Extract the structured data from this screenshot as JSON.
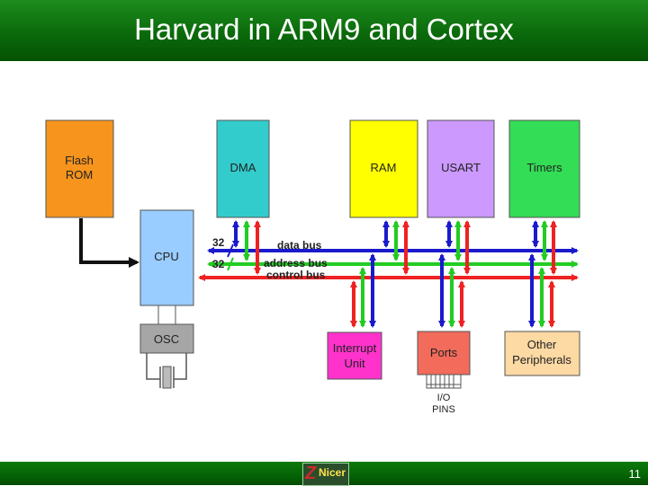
{
  "slide": {
    "title": "Harvard in ARM9 and Cortex",
    "page_number": "11",
    "logo_text": "Nicer"
  },
  "diagram": {
    "blocks": {
      "flash_line1": "Flash",
      "flash_line2": "ROM",
      "dma": "DMA",
      "ram": "RAM",
      "usart": "USART",
      "timers": "Timers",
      "cpu": "CPU",
      "osc": "OSC",
      "interrupt_line1": "Interrupt",
      "interrupt_line2": "Unit",
      "ports": "Ports",
      "other_line1": "Other",
      "other_line2": "Peripherals"
    },
    "labels": {
      "data_width": "32",
      "address_width": "32",
      "data_bus": "data bus",
      "address_bus": "address bus",
      "control_bus": "control bus",
      "io_line1": "I/O",
      "io_line2": "PINS"
    },
    "colors": {
      "header_green": "#0b6a0b",
      "flash": "#f7941d",
      "dma": "#33cccc",
      "ram": "#ffff00",
      "usart": "#cc99ff",
      "timers": "#33dd55",
      "cpu": "#99ccff",
      "osc": "#a6a6a6",
      "interrupt": "#ff33cc",
      "ports": "#f26b5b",
      "other": "#fdd9a3",
      "data_bus": "#1a1acc",
      "address_bus": "#22cc22",
      "control_bus": "#ee2222"
    }
  }
}
